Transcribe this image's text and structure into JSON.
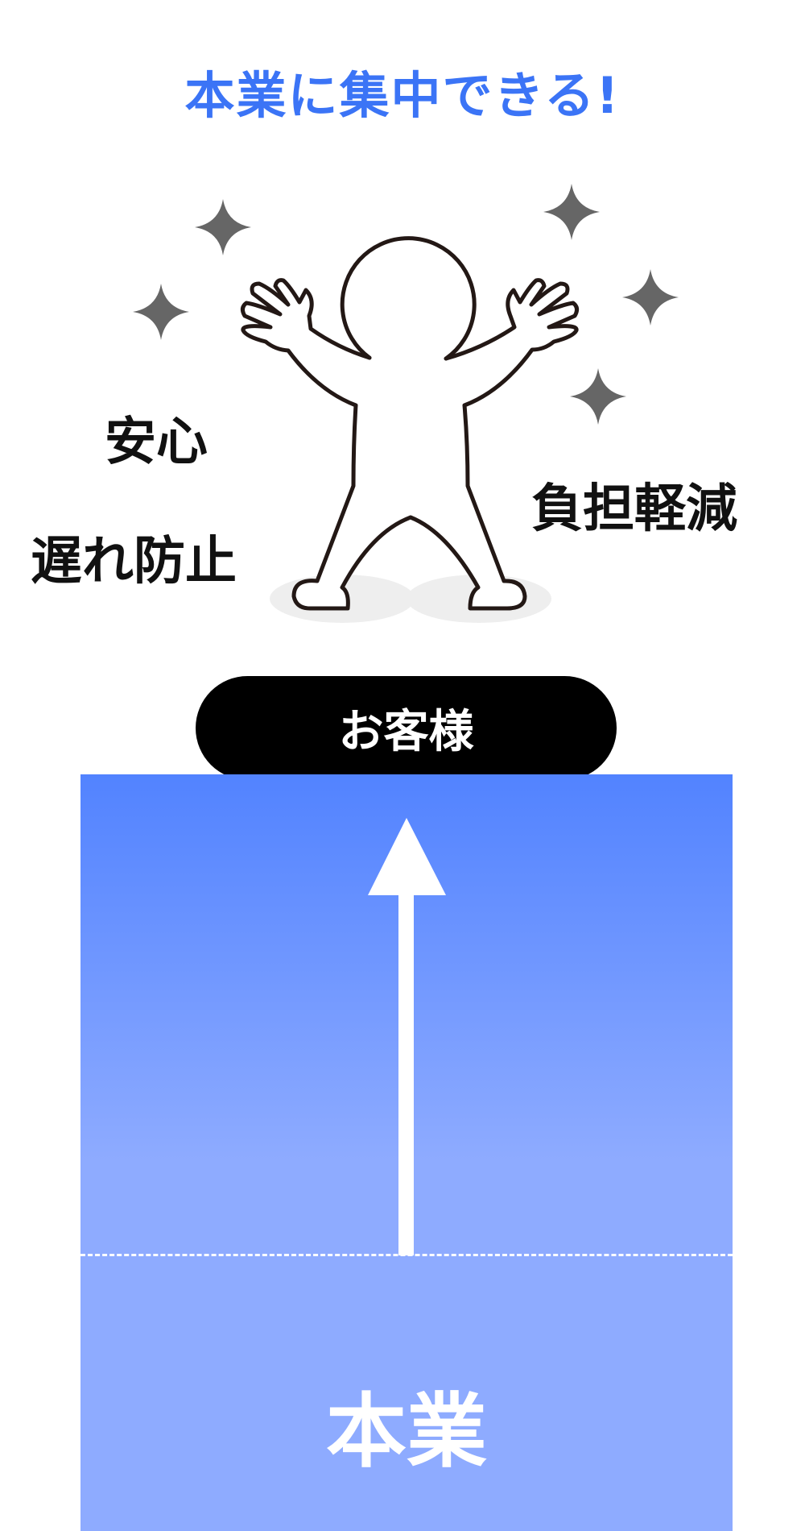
{
  "title": "本業に集中できる!",
  "benefits": {
    "left_top": "安心",
    "left_bottom": "遅れ防止",
    "right": "負担軽減"
  },
  "customer_label": "お客様",
  "panel": {
    "label": "本業"
  },
  "colors": {
    "title": "#3b74f6",
    "panel_top": "#5283ff",
    "panel_bottom": "#8eabff",
    "sparkle": "#666666"
  }
}
